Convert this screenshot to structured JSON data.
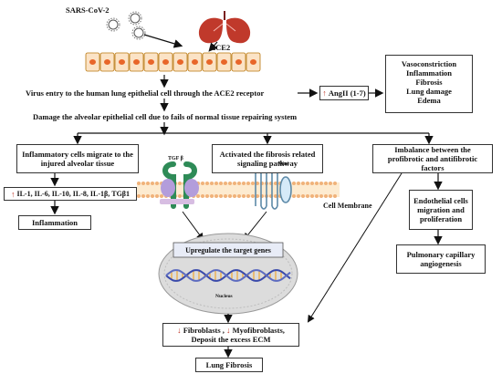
{
  "top": {
    "virus_label": "SARS-CoV-2",
    "receptor_label": "ACE2"
  },
  "steps": {
    "entry": "Virus entry to the human lung epithelial cell through the ACE2 receptor",
    "damage": "Damage the alveolar epithelial cell due to fails of normal tissue repairing system"
  },
  "angii": {
    "arrow": "↑",
    "label": "AngII (1-7)"
  },
  "effects": [
    "Vasoconstriction",
    "Inflammation",
    "Fibrosis",
    "Lung damage",
    "Edema"
  ],
  "branches": [
    "Inflammatory cells migrate to the injured alveolar tissue",
    "Activated the fibrosis related signaling pathway",
    "Imbalance between the profibrotic and antifibrotic factors"
  ],
  "cytokines": {
    "arrow": "↑",
    "label": "IL-1, IL-6, IL-10, IL-8, IL-1β, TGβ1"
  },
  "inflammation": "Inflammation",
  "pathway": {
    "tgf_label": "TGF β",
    "wnt_label": "Wnt",
    "membrane_label": "Cell Membrane",
    "target_genes": "Upregulate the target  genes",
    "nucleus_label": "Nucleus"
  },
  "right_chain": [
    "Endothelial cells migration and proliferation",
    "Pulmonary capillary angiogenesis"
  ],
  "ecm": {
    "arrow1": "↓",
    "fibroblasts": "Fibroblasts ,",
    "arrow2": "↓",
    "myofibroblasts": "Myofibroblasts,",
    "line2": "Deposit the excess ECM"
  },
  "outcome": "Lung Fibrosis",
  "colors": {
    "cell_fill": "#fbe3c6",
    "cell_nucleus": "#e8662a",
    "lung": "#c0392b",
    "membrane": "#f0b27a",
    "tgf_receptor": "#2e8b57",
    "receptor_purple": "#b39ddb",
    "wnt_receptor": "#7fb3d5",
    "nucleus_fill": "#dcdcdc",
    "genes_box": "#e8ecf7",
    "dna_blue": "#3949ab",
    "dna_gold": "#f39c12",
    "up_arrow": "#c0392b"
  }
}
